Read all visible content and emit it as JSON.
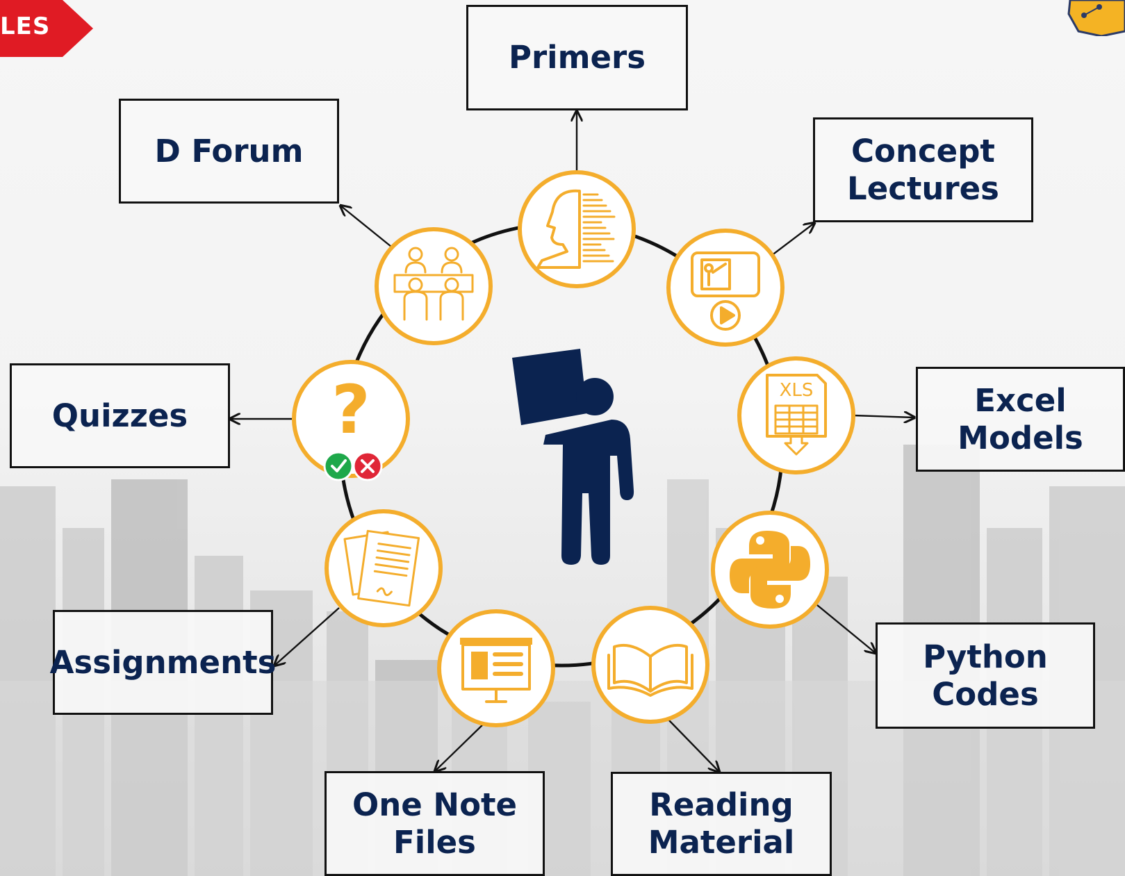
{
  "corner_ribbon": {
    "text": "LES",
    "color": "#e01b24"
  },
  "center_figure": {
    "icon": "person-carrying-box-icon",
    "color": "#0b2350"
  },
  "ring": {
    "stroke": "#111111",
    "node_fill": "#ffffff",
    "node_border": "#f4ad2c",
    "icon_color": "#f4ad2c"
  },
  "nodes": [
    {
      "id": "primers",
      "label": "Primers",
      "icon": "profile-head-icon"
    },
    {
      "id": "concept-lectures",
      "label": "Concept\nLectures",
      "icon": "video-lecture-icon"
    },
    {
      "id": "excel-models",
      "label": "Excel\nModels",
      "icon": "xls-file-icon",
      "icon_text": "XLS"
    },
    {
      "id": "python-codes",
      "label": "Python\nCodes",
      "icon": "python-logo-icon"
    },
    {
      "id": "reading-material",
      "label": "Reading\nMaterial",
      "icon": "open-book-icon"
    },
    {
      "id": "one-note-files",
      "label": "One Note\nFiles",
      "icon": "presentation-board-icon"
    },
    {
      "id": "assignments",
      "label": "Assignments",
      "icon": "documents-icon"
    },
    {
      "id": "quizzes",
      "label": "Quizzes",
      "icon": "question-mark-icon",
      "icon_text": "?"
    },
    {
      "id": "d-forum",
      "label": "D Forum",
      "icon": "group-discussion-icon"
    }
  ],
  "colors": {
    "label_text": "#0b2350",
    "box_border": "#111111",
    "check": "#1ea84a",
    "cross": "#e02637"
  }
}
